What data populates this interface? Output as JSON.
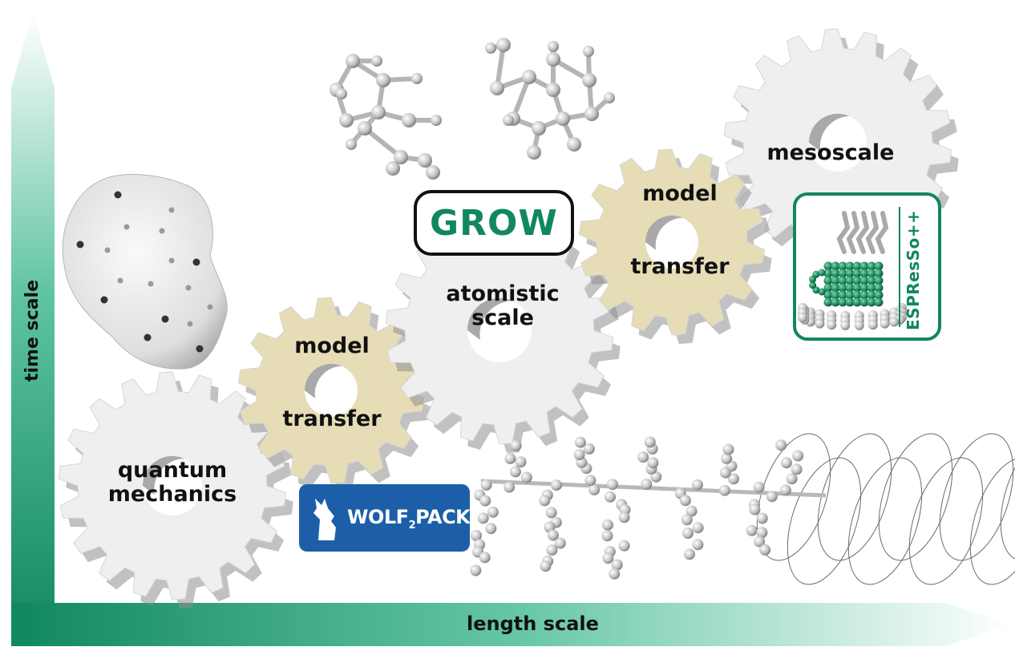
{
  "axes": {
    "x_label": "length scale",
    "y_label": "time scale",
    "accent": "#11875e"
  },
  "gears": {
    "quantum": "quantum\nmechanics",
    "transfer1": "model\n\n\ntransfer",
    "atomistic": "atomistic\nscale",
    "transfer2": "model\n\n\ntransfer",
    "mesoscale": "mesoscale"
  },
  "logos": {
    "grow": "GROW",
    "wolfpack_main": "WOLF",
    "wolfpack_sub": "2",
    "wolfpack_end": "PACK",
    "espresso": "ESPResSo++",
    "grow_color": "#11875e",
    "wolfpack_color": "#1c5fa8"
  },
  "colors": {
    "gear_gray": "#efefef",
    "gear_tan": "#e6dcb6"
  }
}
